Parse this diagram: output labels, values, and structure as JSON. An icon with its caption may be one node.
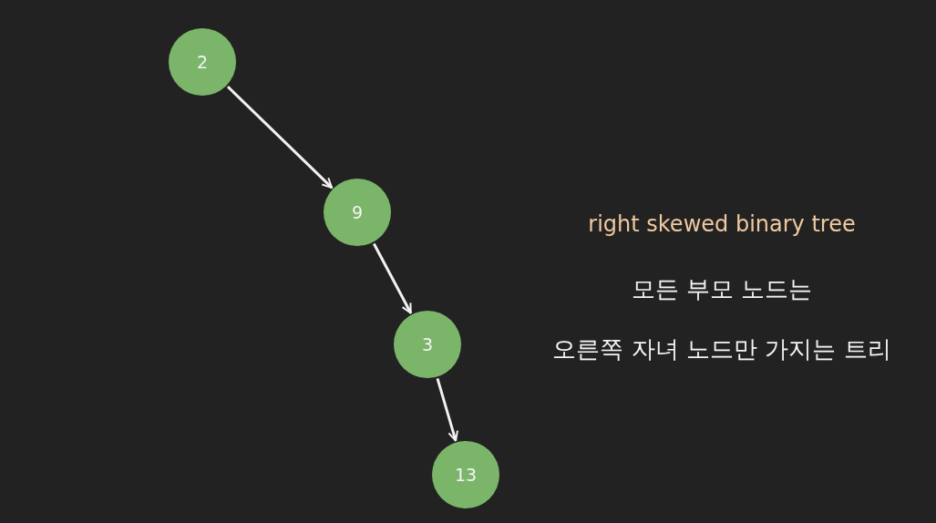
{
  "diagram": {
    "nodes": [
      {
        "text": [
          "2"
        ]
      },
      {
        "text": [
          "9"
        ]
      },
      {
        "text": [
          "3"
        ]
      },
      {
        "text": [
          "13"
        ]
      }
    ],
    "edges": [
      {
        "from": 0,
        "to": 1,
        "arrow": "to"
      },
      {
        "from": 1,
        "to": 2,
        "arrow": "to"
      },
      {
        "from": 2,
        "to": 3,
        "arrow": "to"
      }
    ],
    "labels": [
      "right skewed binary tree",
      "모든 부모 노드는",
      "오른쪽 자녀 노드만 가지는 트리"
    ]
  }
}
